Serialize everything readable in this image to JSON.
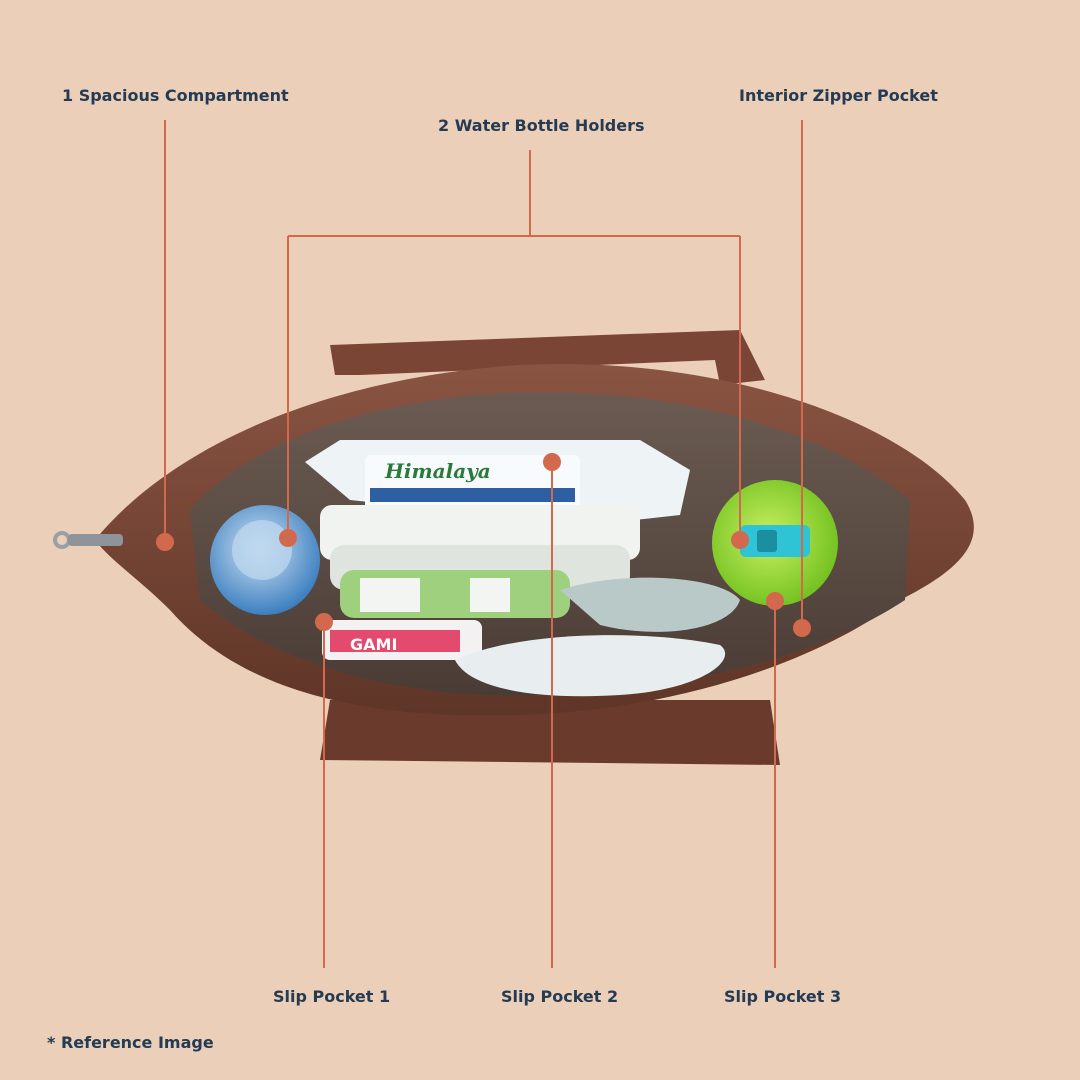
{
  "colors": {
    "background": "#ebcfb8",
    "label_text": "#243b53",
    "callout": "#d2694d",
    "bag_leather": "#6e3f2f",
    "bag_interior": "#5a4c45"
  },
  "callouts": {
    "spacious": "1 Spacious Compartment",
    "bottle_holders": "2 Water Bottle Holders",
    "zipper_pocket": "Interior Zipper Pocket",
    "slip_pocket_1": "Slip Pocket 1",
    "slip_pocket_2": "Slip Pocket 2",
    "slip_pocket_3": "Slip Pocket 3"
  },
  "footnote": "* Reference Image",
  "photo": {
    "brand_wipes": "Himalaya",
    "brand_pads": "GAMI"
  }
}
